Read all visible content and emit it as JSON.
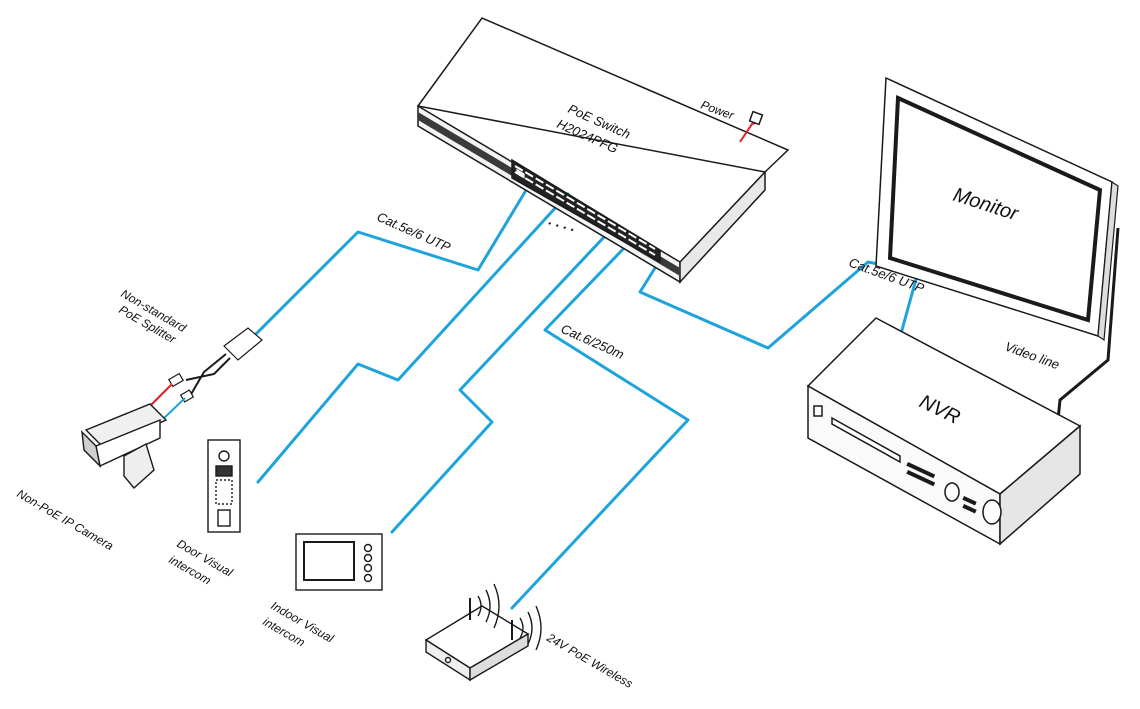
{
  "colors": {
    "cable": "#1ea3dc",
    "line": "#1a1a1a",
    "power": "#e0202a",
    "background": "#ffffff"
  },
  "switch": {
    "title": "PoE Switch",
    "model": "H2024PFG"
  },
  "power_label": "Power",
  "monitor_label": "Monitor",
  "nvr_label": "NVR",
  "video_line_label": "Video line",
  "cable_labels": {
    "left_uplink": "Cat.5e/6 UTP",
    "right_uplink": "Cat.5e/6 UTP",
    "wireless": "Cat.6/250m"
  },
  "splitter_label": [
    "Non-standard",
    "PoE Splitter"
  ],
  "camera_label": "Non-PoE IP Camera",
  "door_label": [
    "Door Visual",
    "intercom"
  ],
  "indoor_label": [
    "Indoor Visual",
    "intercom"
  ],
  "wireless_label": "24V PoE Wireless",
  "dots": ". . . ."
}
